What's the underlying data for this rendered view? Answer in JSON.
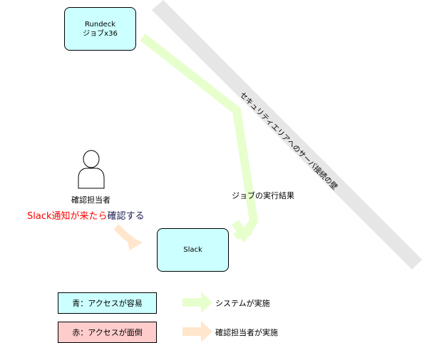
{
  "rundeck": {
    "line1": "Rundeck",
    "line2": "ジョブx36"
  },
  "slack": {
    "label": "Slack"
  },
  "wall": {
    "label": "セキュリティエリアへのサーバ接続の壁"
  },
  "edge_job_result": {
    "label": "ジョブの実行結果"
  },
  "person": {
    "label": "確認担当者",
    "action_red": "Slack通知が来たら",
    "action_dark": "確認する"
  },
  "legend": {
    "blue_box": "青：アクセスが容易",
    "red_box": "赤：アクセスが面倒",
    "green_arrow": "システムが実施",
    "orange_arrow": "確認担当者が実施"
  },
  "colors": {
    "blue_fill": "#ccffff",
    "red_fill": "#ffcccc",
    "green_arrow": "#e6ffcc",
    "orange_arrow": "#ffe6cc",
    "wall": "#e6e6e6",
    "red_text": "#ff0000",
    "dark_text": "#1a1a4e"
  }
}
